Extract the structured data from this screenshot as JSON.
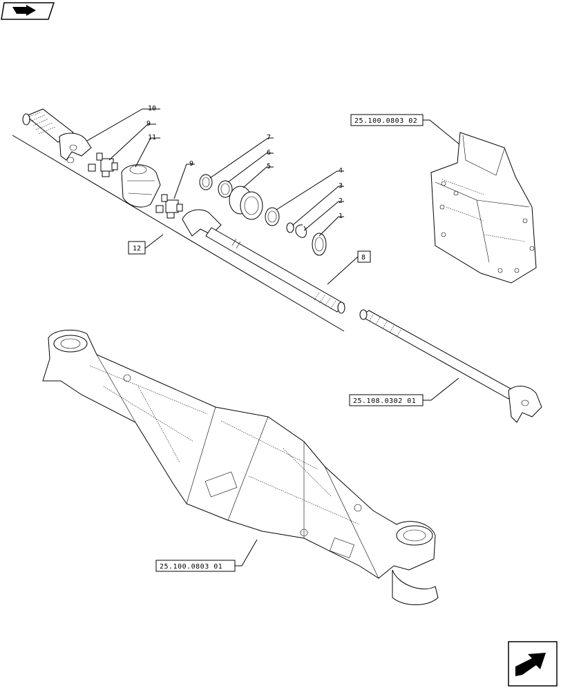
{
  "callouts": {
    "n10": "10",
    "n9a": "9",
    "n11": "11",
    "n9b": "9",
    "n7": "7",
    "n6": "6",
    "n5": "5",
    "n4": "4",
    "n3": "3",
    "n2": "2",
    "n1": "1",
    "n12": "12",
    "n8": "8"
  },
  "references": {
    "housing_top": "25.100.0803 02",
    "shaft_right": "25.108.0302 01",
    "axle_housing": "25.100.0803 01"
  },
  "icons": {
    "top_left": "book-arrow-icon",
    "bottom_right": "next-page-arrow-icon"
  }
}
